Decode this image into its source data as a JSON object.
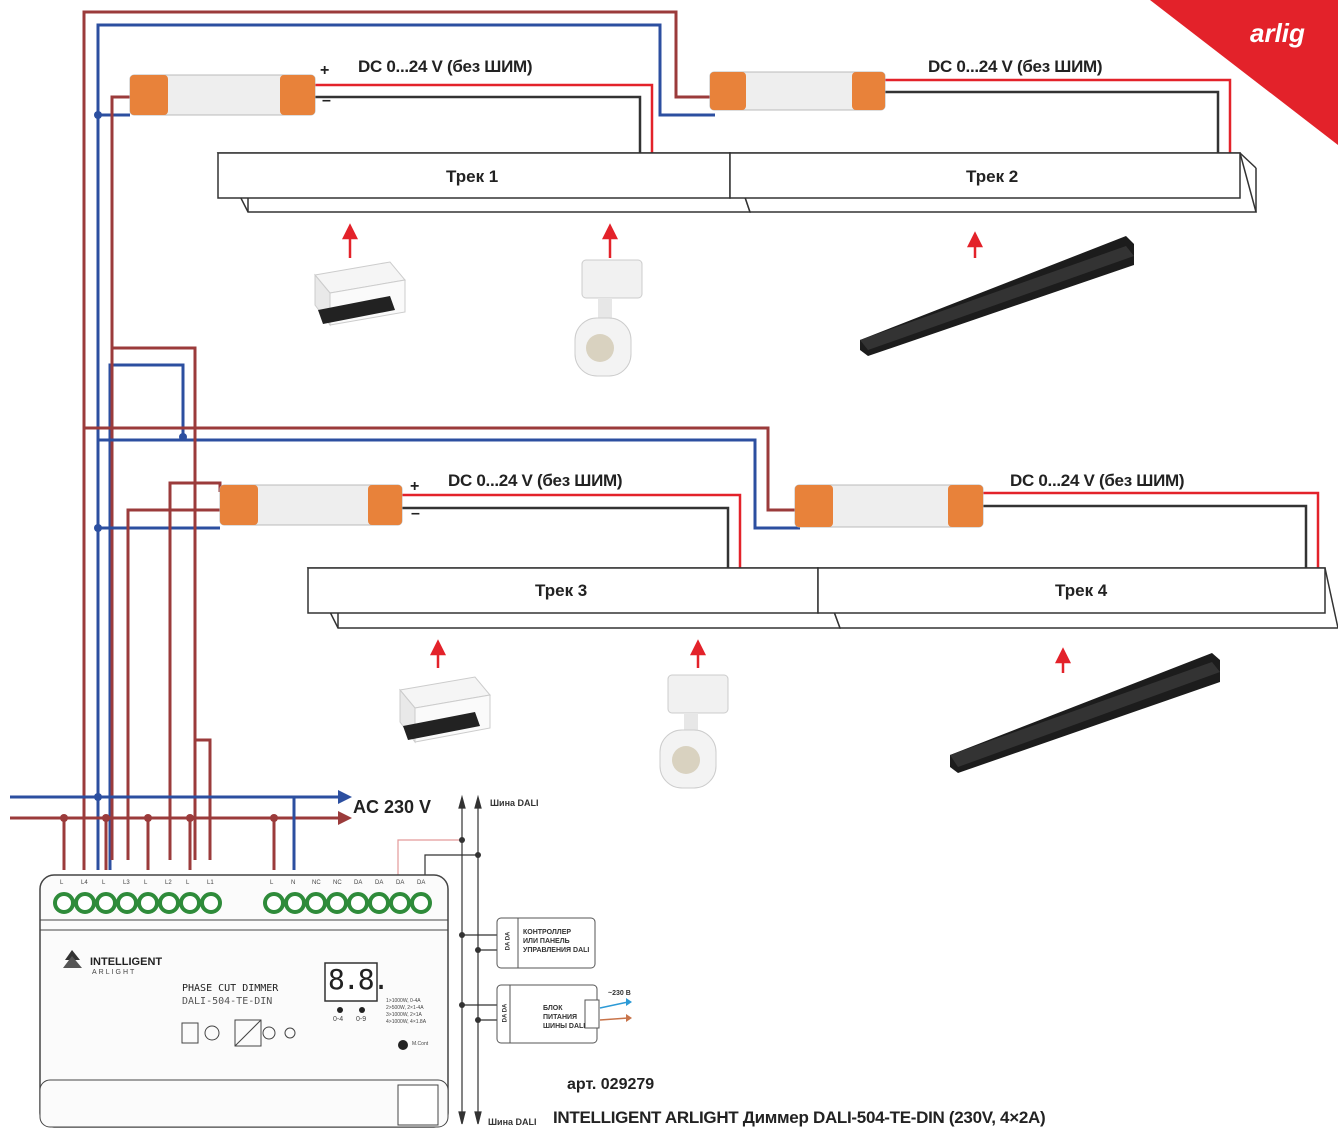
{
  "brand": {
    "logo_text": "arlig"
  },
  "power_supplies": [
    {
      "label": "DC 0...24 V (без ШИМ)",
      "plus": "+",
      "minus": "–"
    },
    {
      "label": "DC 0...24 V (без ШИМ)"
    },
    {
      "label": "DC 0...24 V (без ШИМ)",
      "plus": "+",
      "minus": "–"
    },
    {
      "label": "DC 0...24 V (без ШИМ)"
    }
  ],
  "tracks": [
    {
      "label": "Трек 1"
    },
    {
      "label": "Трек 2"
    },
    {
      "label": "Трек 3"
    },
    {
      "label": "Трек 4"
    }
  ],
  "mains": {
    "label": "AC 230 V"
  },
  "dali_bus": {
    "top_label": "Шина DALI",
    "bottom_label": "Шина DALI"
  },
  "dimmer": {
    "terminals_left": [
      "L",
      "L4",
      "L",
      "L3",
      "L",
      "L2",
      "L",
      "L1"
    ],
    "terminals_right": [
      "L",
      "N",
      "NC",
      "NC",
      "DA",
      "DA",
      "DA",
      "DA"
    ],
    "brand": "INTELLIGENT",
    "brand_sub": "ARLIGHT",
    "model_line1": "PHASE CUT DIMMER",
    "model_line2": "DALI-504-TE-DIN",
    "display": "8.8.",
    "btn_left": "0-4",
    "btn_right": "0-9",
    "mode_text": "1>1000W, 0-4A\n2>500W, 2×1-4A\n3>1000W, 2×1A\n4>1000W, 4×1.8A",
    "mode_label": "M.Cont"
  },
  "controller_box": {
    "line1": "КОНТРОЛЛЕР",
    "line2": "ИЛИ ПАНЕЛЬ",
    "line3": "УПРАВЛЕНИЯ DALI",
    "side": "DA DA"
  },
  "psu_box": {
    "line1": "БЛОК",
    "line2": "ПИТАНИЯ",
    "line3": "ШИНЫ DALI",
    "voltage": "~230 В",
    "side": "DA DA"
  },
  "caption": {
    "article": "арт. 029279",
    "title": "INTELLIGENT ARLIGHT Диммер DALI-504-TE-DIN (230V, 4×2A)"
  }
}
